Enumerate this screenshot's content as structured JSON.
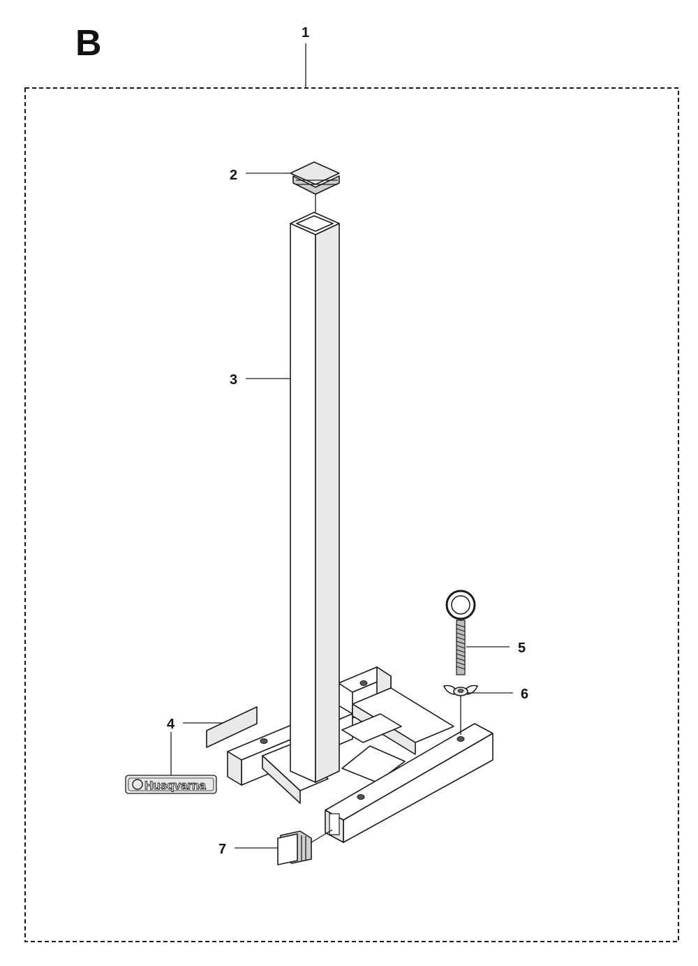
{
  "section_letter": "B",
  "callouts": {
    "c1": "1",
    "c2": "2",
    "c3": "3",
    "c4": "4",
    "c5": "5",
    "c6": "6",
    "c7": "7"
  },
  "decal_brand": "Husqvarna",
  "colors": {
    "line": "#1a1a1a",
    "frame_dash": "#1a1a1a",
    "background": "#ffffff"
  }
}
